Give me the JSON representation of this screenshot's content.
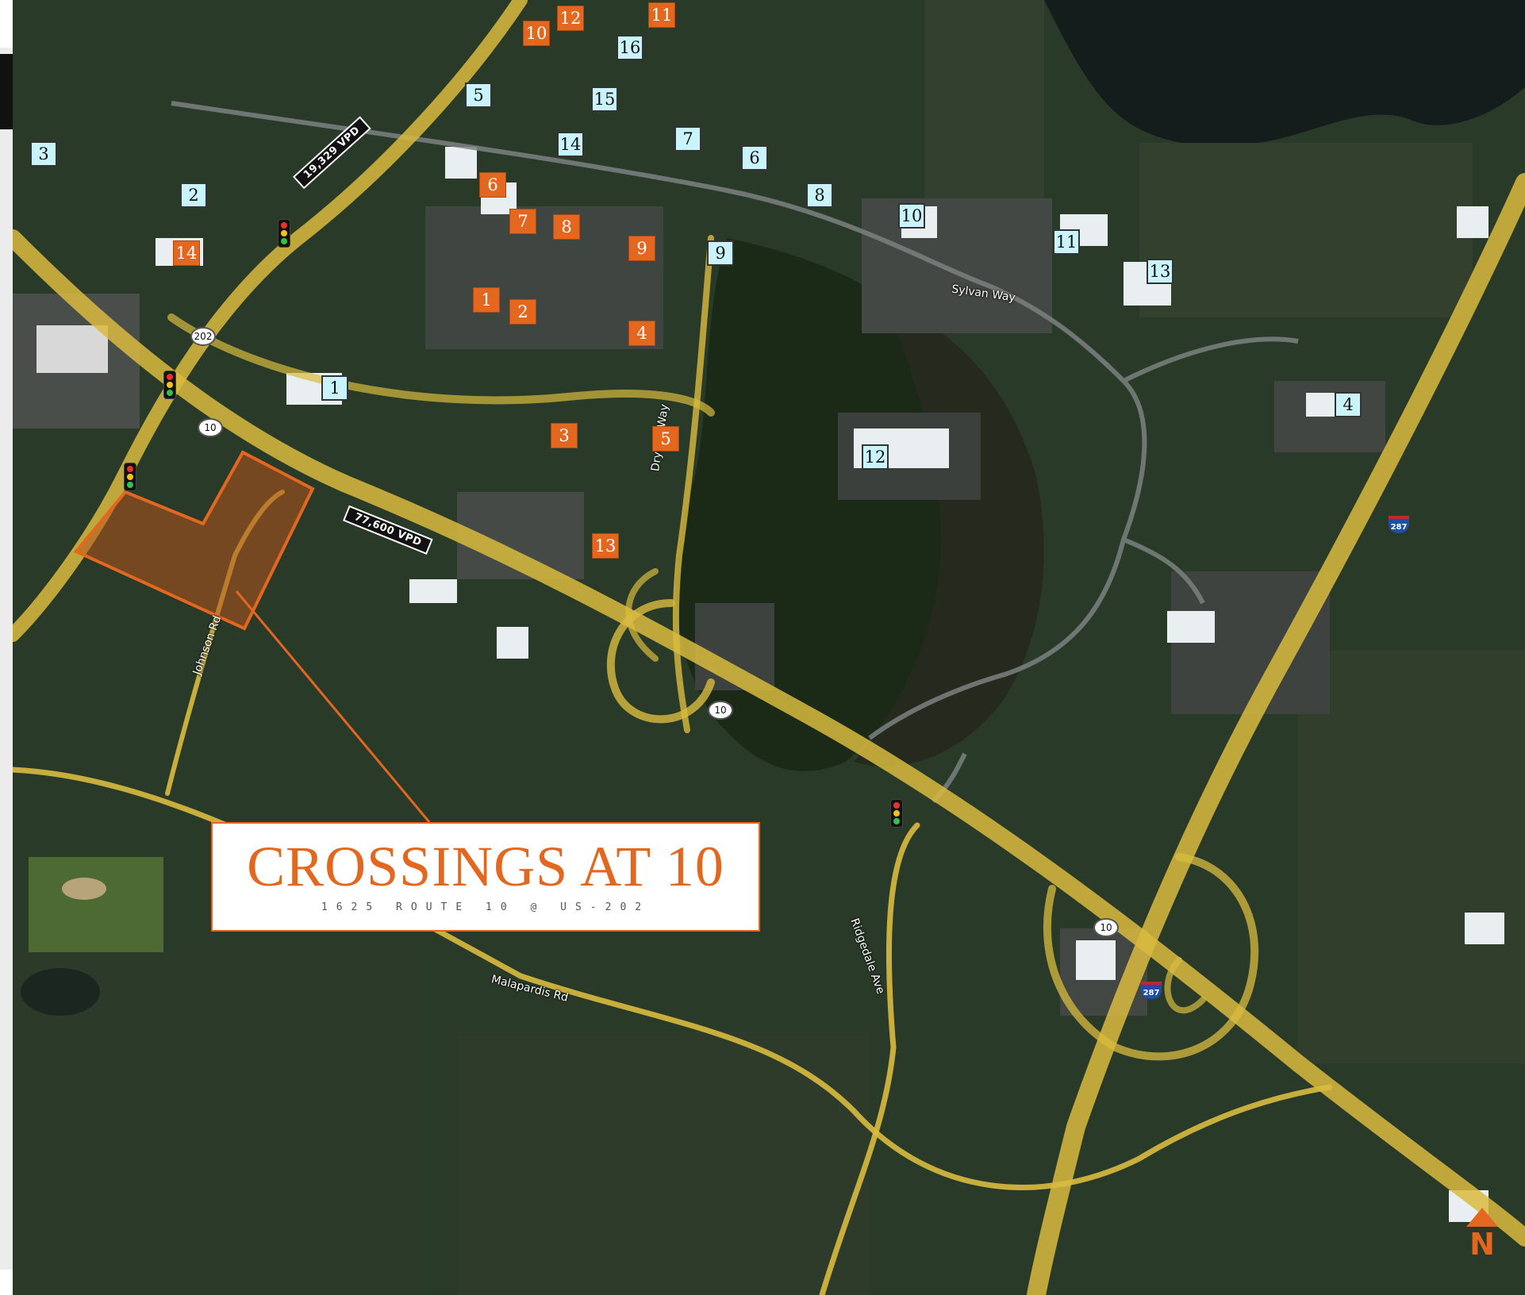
{
  "title": {
    "main": "CROSSINGS AT 10",
    "subtitle": "1625 ROUTE 10 @ US-202"
  },
  "traffic_counts": {
    "route_202": "19,329 VPD",
    "route_10": "77,600 VPD"
  },
  "roads": {
    "sylvan_way": "Sylvan Way",
    "dryden_way": "Dryden Way",
    "johnson_rd": "Johnson Rd",
    "ridgedale_ave": "Ridgedale Ave",
    "malapardis_rd": "Malapardis Rd"
  },
  "route_shields": {
    "us202": "202",
    "route10_a": "10",
    "route10_b": "10",
    "route10_c": "10",
    "i287_a": "287",
    "i287_b": "287"
  },
  "north_indicator": "N",
  "colors": {
    "orange_accent": "#e3671f",
    "cyan_marker": "#c9f4fb",
    "road_yellow": "#e6c847"
  },
  "markers_cyan": [
    "16",
    "5",
    "15",
    "14",
    "7",
    "6",
    "3",
    "2",
    "8",
    "10",
    "9",
    "11",
    "13",
    "1",
    "4",
    "12"
  ],
  "markers_orange": [
    "12",
    "11",
    "10",
    "6",
    "7",
    "8",
    "14",
    "9",
    "1",
    "2",
    "4",
    "3",
    "5",
    "13"
  ]
}
